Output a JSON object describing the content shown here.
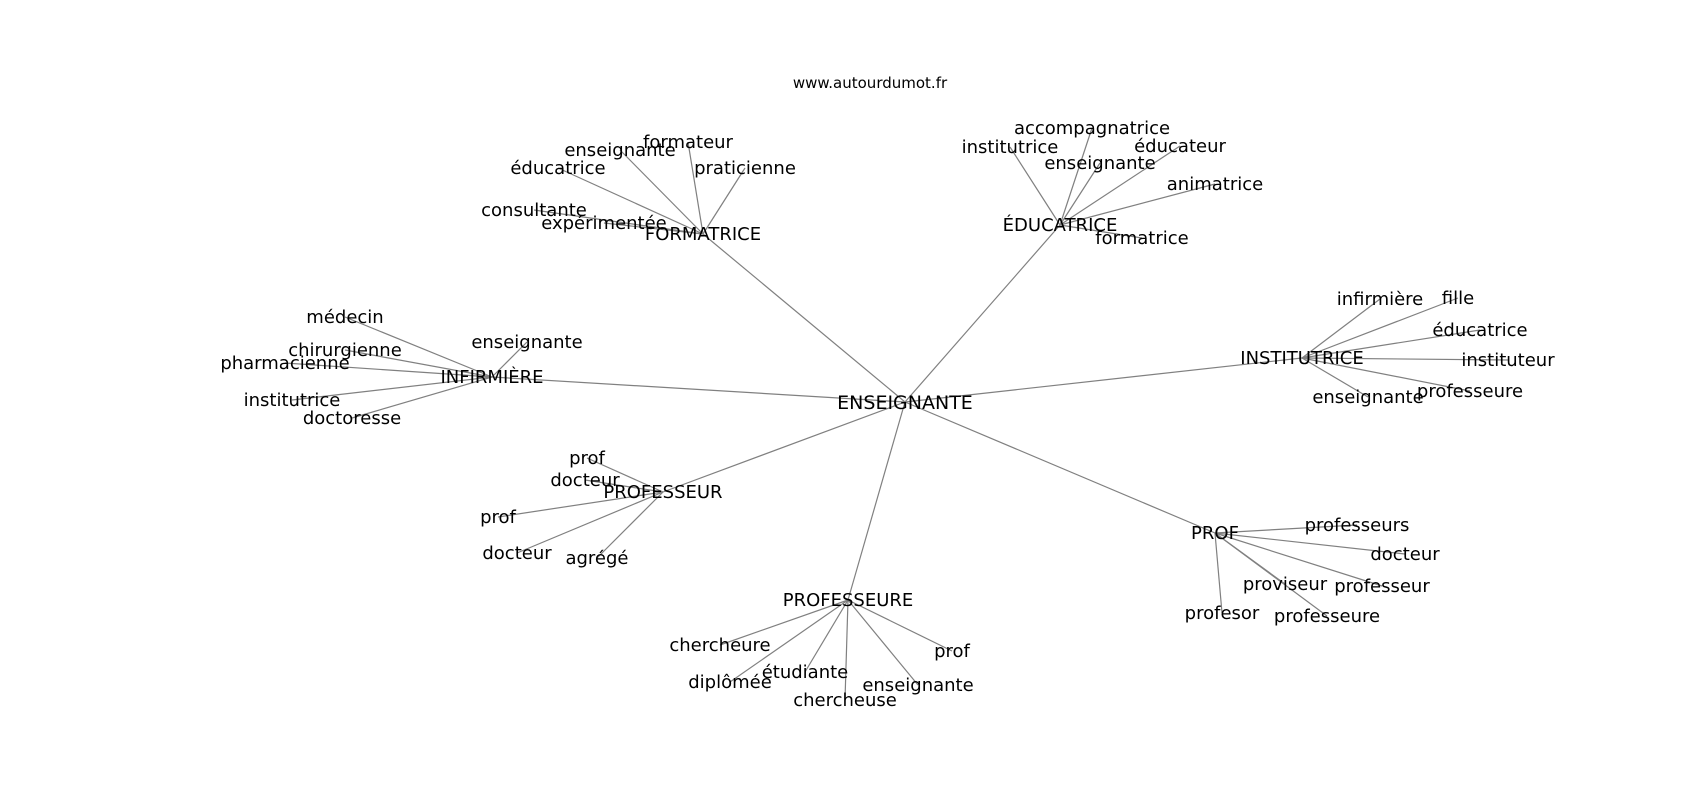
{
  "site": "www.autourdumot.fr",
  "center": "ENSEIGNANTE",
  "hubs": [
    {
      "label": "FORMATRICE",
      "leaves": [
        "enseignante",
        "formateur",
        "praticienne",
        "éducatrice",
        "consultante",
        "expérimentée"
      ]
    },
    {
      "label": "ÉDUCATRICE",
      "leaves": [
        "accompagnatrice",
        "institutrice",
        "enseignante",
        "éducateur",
        "animatrice",
        "formatrice"
      ]
    },
    {
      "label": "INFIRMIÈRE",
      "leaves": [
        "médecin",
        "enseignante",
        "chirurgienne",
        "pharmacienne",
        "institutrice",
        "doctoresse"
      ]
    },
    {
      "label": "INSTITUTRICE",
      "leaves": [
        "infirmière",
        "fille",
        "éducatrice",
        "instituteur",
        "enseignante",
        "professeure"
      ]
    },
    {
      "label": "PROFESSEUR",
      "leaves": [
        "prof",
        "docteur",
        "prof",
        "docteur",
        "agrégé"
      ]
    },
    {
      "label": "PROF",
      "leaves": [
        "professeurs",
        "docteur",
        "proviseur",
        "professeur",
        "profesor",
        "professeure"
      ]
    },
    {
      "label": "PROFESSEURE",
      "leaves": [
        "chercheure",
        "prof",
        "étudiante",
        "diplômée",
        "enseignante",
        "chercheuse"
      ]
    }
  ]
}
